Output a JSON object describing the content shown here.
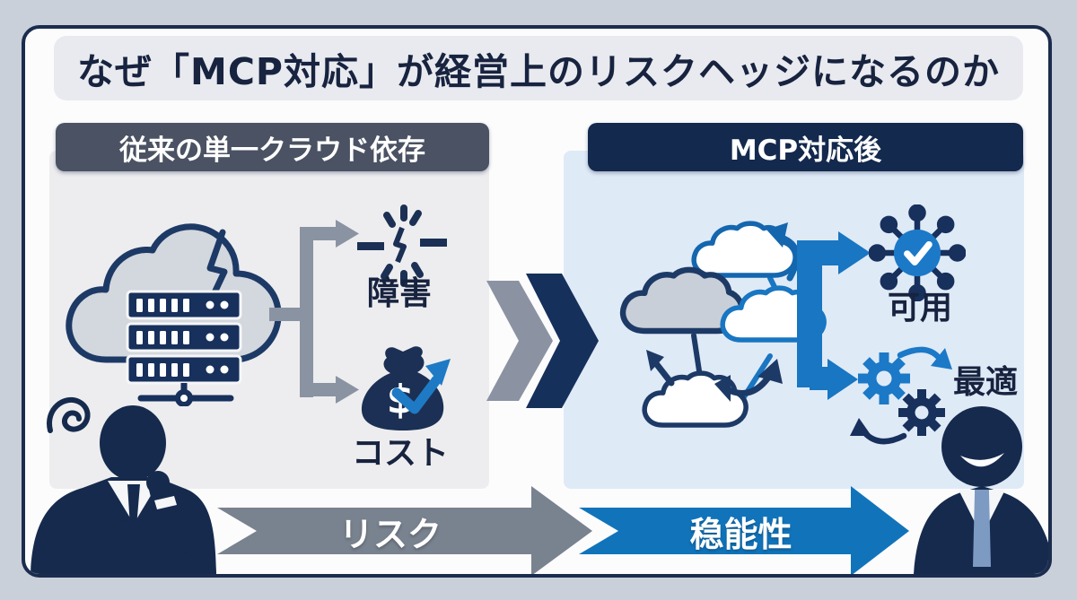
{
  "title": "なぜ「MCP対応」が経営上のリスクヘッジになるのか",
  "left_panel": {
    "header": "従来の単一クラウド依存",
    "main_icon": "single-cloud-server-with-lightning-crack",
    "items": [
      {
        "icon": "outage-burst-icon",
        "label": "障害"
      },
      {
        "icon": "cost-moneybag-trend-up-icon",
        "label": "コスト",
        "currency_symbol": "$"
      }
    ]
  },
  "transition": {
    "icon": "double-chevron-right-icon"
  },
  "right_panel": {
    "header": "MCP対応後",
    "main_icon": "multi-cloud-network-with-branch-arrow",
    "items": [
      {
        "icon": "availability-hub-check-icon",
        "label": "可用"
      },
      {
        "icon": "optimization-gears-icon",
        "label": "最適"
      }
    ]
  },
  "bottom_flow": {
    "before": {
      "label": "リスク",
      "color": "#79828f"
    },
    "after": {
      "label": "稳能性",
      "color": "#1174bb"
    }
  },
  "figures": {
    "left": "thinking-businessman-silhouette-with-confusion-squiggle",
    "right": "smiling-businessman-silhouette"
  },
  "colors": {
    "outer_background": "#c9d0da",
    "card_background": "#fcfcfd",
    "card_border": "#1c2c4e",
    "title_bar_background": "#e8eaef",
    "navy": "#16305c",
    "accent_blue": "#1b79c7",
    "gray": "#79828f",
    "left_header_background": "#4a5263",
    "right_header_background": "#13294d",
    "left_panel_background": "#ededef",
    "right_panel_background": "#dfeaf7"
  }
}
